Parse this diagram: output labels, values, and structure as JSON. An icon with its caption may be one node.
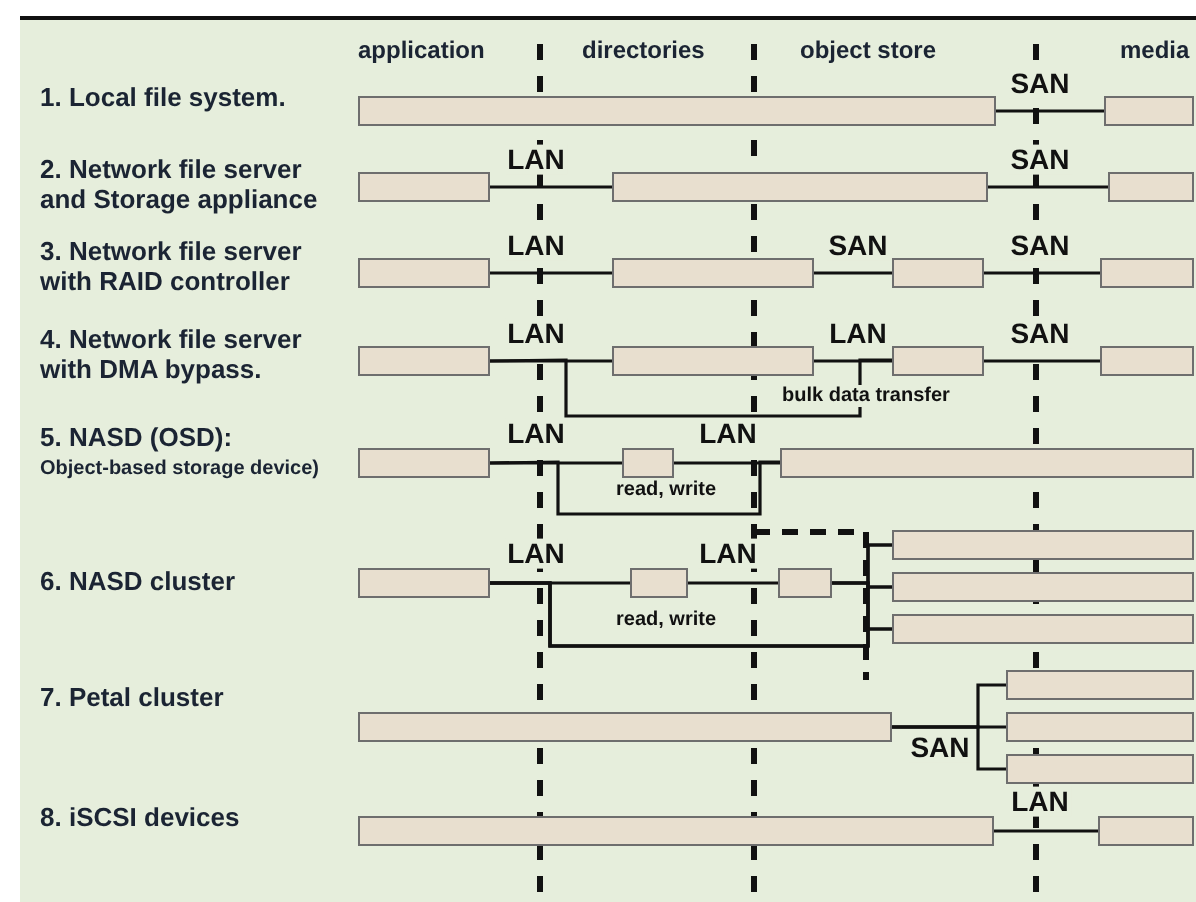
{
  "diagram": {
    "nodes": [
      {
        "text": [],
        "shape": "box"
      },
      {
        "text": [],
        "shape": "box"
      },
      {
        "text": [],
        "shape": "box"
      },
      {
        "text": [],
        "shape": "box"
      },
      {
        "text": [],
        "shape": "box"
      },
      {
        "text": [],
        "shape": "box"
      },
      {
        "text": [],
        "shape": "box"
      },
      {
        "text": [],
        "shape": "box"
      },
      {
        "text": [],
        "shape": "box"
      },
      {
        "text": [],
        "shape": "box"
      },
      {
        "text": [],
        "shape": "box"
      },
      {
        "text": [],
        "shape": "box"
      },
      {
        "text": [],
        "shape": "box"
      },
      {
        "text": [],
        "shape": "box"
      },
      {
        "text": [],
        "shape": "box"
      },
      {
        "text": [],
        "shape": "box"
      },
      {
        "text": [],
        "shape": "box"
      },
      {
        "text": [],
        "shape": "box"
      },
      {
        "text": [],
        "shape": "box"
      },
      {
        "text": [],
        "shape": "box"
      },
      {
        "text": [],
        "shape": "box"
      },
      {
        "text": [],
        "shape": "box"
      },
      {
        "text": [],
        "shape": "box"
      },
      {
        "text": [],
        "shape": "box"
      },
      {
        "text": [],
        "shape": "box"
      },
      {
        "text": [],
        "shape": "box"
      },
      {
        "text": [],
        "shape": "box"
      },
      {
        "text": [],
        "shape": "box"
      }
    ],
    "edges": [
      {
        "from": 0,
        "to": 1,
        "arrow": "none",
        "label": "SAN"
      },
      {
        "from": 2,
        "to": 3,
        "arrow": "none",
        "label": "LAN"
      },
      {
        "from": 3,
        "to": 4,
        "arrow": "none",
        "label": "SAN"
      },
      {
        "from": 5,
        "to": 6,
        "arrow": "none",
        "label": "LAN"
      },
      {
        "from": 6,
        "to": 7,
        "arrow": "none",
        "label": "SAN"
      },
      {
        "from": 7,
        "to": 8,
        "arrow": "none",
        "label": "SAN"
      },
      {
        "from": 9,
        "to": 10,
        "arrow": "none",
        "label": "LAN"
      },
      {
        "from": 10,
        "to": 11,
        "arrow": "none",
        "label": "LAN"
      },
      {
        "from": 11,
        "to": 12,
        "arrow": "none",
        "label": "SAN"
      },
      {
        "from": 9,
        "to": 11,
        "arrow": "none",
        "label": "bulk data transfer"
      },
      {
        "from": 13,
        "to": 14,
        "arrow": "none",
        "label": "LAN"
      },
      {
        "from": 14,
        "to": 15,
        "arrow": "none",
        "label": "LAN"
      },
      {
        "from": 13,
        "to": 15,
        "arrow": "none",
        "label": "read, write"
      },
      {
        "from": 16,
        "to": 17,
        "arrow": "none",
        "label": "LAN"
      },
      {
        "from": 17,
        "to": 18,
        "arrow": "none",
        "label": "LAN"
      },
      {
        "from": 18,
        "to": 19,
        "arrow": "none"
      },
      {
        "from": 18,
        "to": 20,
        "arrow": "none"
      },
      {
        "from": 18,
        "to": 21,
        "arrow": "none"
      },
      {
        "from": 16,
        "to": 19,
        "arrow": "none"
      },
      {
        "from": 16,
        "to": 20,
        "arrow": "none",
        "label": "read, write"
      },
      {
        "from": 16,
        "to": 21,
        "arrow": "none"
      },
      {
        "from": 22,
        "to": 23,
        "arrow": "none",
        "label": "SAN"
      },
      {
        "from": 22,
        "to": 24,
        "arrow": "none"
      },
      {
        "from": 22,
        "to": 25,
        "arrow": "none"
      },
      {
        "from": 26,
        "to": 27,
        "arrow": "none",
        "label": "LAN"
      }
    ],
    "labels": [
      "application",
      "directories",
      "object store",
      "media",
      "1. Local file system.",
      "2. Network file server and Storage appliance",
      "3. Network file server with RAID controller",
      "4. Network file server with DMA bypass.",
      "5. NASD (OSD):",
      "Object-based storage device)",
      "6. NASD cluster",
      "7. Petal cluster",
      "8. iSCSI devices"
    ]
  }
}
